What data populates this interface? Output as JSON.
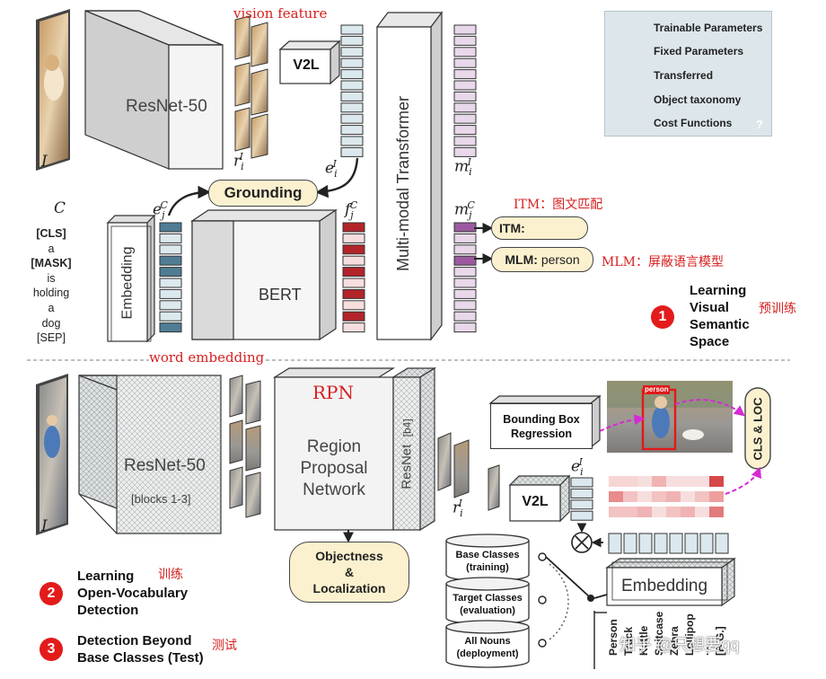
{
  "annotations": {
    "vision_feature": "vision feature",
    "word_embedding": "word embedding",
    "rpn": "RPN",
    "itm_note": "ITM：图文匹配",
    "mlm_note": "MLM：屏蔽语言模型",
    "pretrain_note": "预训练",
    "train_note": "训练",
    "test_note": "测试"
  },
  "legend": {
    "items": [
      {
        "label": "Trainable Parameters",
        "icon": "white-block-icon"
      },
      {
        "label": "Fixed Parameters",
        "icon": "stacked-block-icon"
      },
      {
        "label": "Transferred",
        "icon": "hatched-block-icon"
      },
      {
        "label": "Object taxonomy",
        "icon": "cylinder-icon"
      },
      {
        "label": "Cost Functions",
        "icon": "rounded-pill-icon"
      }
    ],
    "help": "?"
  },
  "top": {
    "image_label": "I",
    "caption_label": "C",
    "tokens": [
      "[CLS]",
      "a",
      "[MASK]",
      "is",
      "holding",
      "a",
      "dog",
      "[SEP]"
    ],
    "resnet": "ResNet-50",
    "region_label": "r",
    "region_sub": "i",
    "region_sup": "I",
    "v2l": "V2L",
    "e_img": "e",
    "e_img_sub": "i",
    "e_img_sup": "I",
    "grounding": "Grounding",
    "e_word": "e",
    "e_word_sub": "j",
    "e_word_sup": "C",
    "embedding": "Embedding",
    "bert": "BERT",
    "f_label": "f",
    "f_sub": "j",
    "f_sup": "C",
    "transformer": "Multi-modal Transformer",
    "m_img": "m",
    "m_img_sub": "i",
    "m_img_sup": "I",
    "m_txt": "m",
    "m_txt_sub": "j",
    "m_txt_sup": "C",
    "itm": "ITM:",
    "mlm_prefix": "MLM:",
    "mlm_word": "person",
    "stage_number": "1",
    "stage_title": [
      "Learning",
      "Visual",
      "Semantic",
      "Space"
    ]
  },
  "bottom": {
    "image_label": "I",
    "resnet": "ResNet-50",
    "blocks": "[blocks 1-3]",
    "rpn_lines": [
      "Region",
      "Proposal",
      "Network"
    ],
    "resnet_b4": "ResNet",
    "b4": "[b4]",
    "objectness": [
      "Objectness",
      "&",
      "Localization"
    ],
    "bbox": [
      "Bounding Box",
      "Regression"
    ],
    "person_tag": "person",
    "cls_loc": "CLS & LOC",
    "region_label": "r",
    "region_sub": "i",
    "region_sup": "I",
    "v2l": "V2L",
    "e_img": "e",
    "e_img_sub": "i",
    "e_img_sup": "I",
    "embedding": "Embedding",
    "taxonomy": [
      {
        "lines": [
          "Base Classes",
          "(training)"
        ]
      },
      {
        "lines": [
          "Target Classes",
          "(evaluation)"
        ]
      },
      {
        "lines": [
          "All Nouns",
          "(deployment)"
        ]
      }
    ],
    "classes": [
      "Person",
      "Truck",
      "Kettle",
      "Suitcase",
      "Zebra",
      "Lollipop",
      "...",
      "[B.G.]"
    ],
    "stage2_number": "2",
    "stage2_title": [
      "Learning",
      "Open-Vocabulary",
      "Detection"
    ],
    "stage3_number": "3",
    "stage3_title": [
      "Detection Beyond",
      "Base Classes (Test)"
    ],
    "watermark": "知乎 @只想要qq"
  },
  "colors": {
    "annotation_red": "#d6201f",
    "text_embedding": "#4f7d94",
    "bert_feature": "#b3242a",
    "transformer_output": "#e8d8ea",
    "mc_tokens": "#9b5aa0",
    "pill_fill": "#fbf1cf",
    "badge_red": "#e31b1b",
    "toggle_green": "#41b26b",
    "magenta_arrow": "#d42ad6"
  }
}
